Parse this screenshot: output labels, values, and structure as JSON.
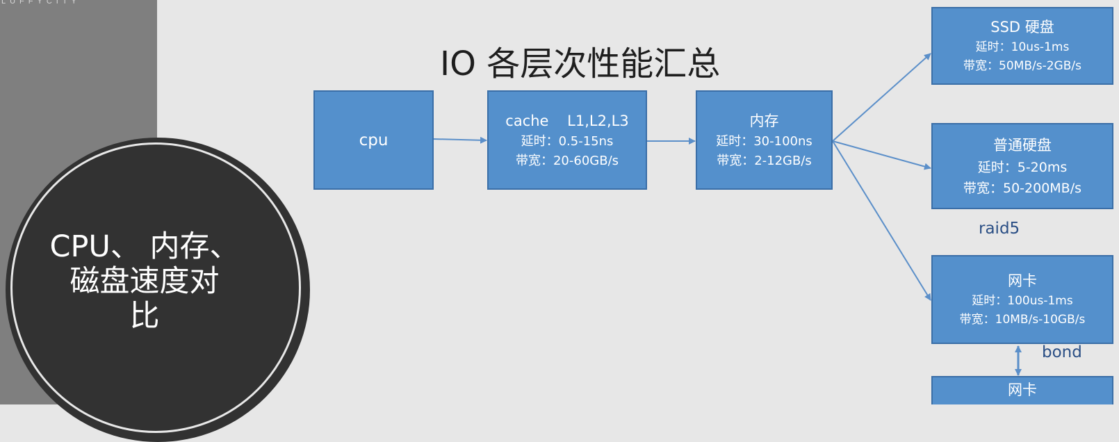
{
  "watermark": "LUFFYCITY",
  "overlay_text": [
    "CPU、 内存、",
    "磁盘速度对",
    "比"
  ],
  "title": "IO 各层次性能汇总",
  "nodes": {
    "cpu": {
      "name": "cpu"
    },
    "cache": {
      "name": "cache    L1,L2,L3",
      "latency": "延时：0.5-15ns",
      "bandwidth": "带宽：20-60GB/s"
    },
    "memory": {
      "name": "内存",
      "latency": "延时：30-100ns",
      "bandwidth": "带宽：2-12GB/s"
    },
    "ssd": {
      "name": "SSD 硬盘",
      "latency": "延时：10us-1ms",
      "bandwidth": "带宽：50MB/s-2GB/s"
    },
    "hdd": {
      "name": "普通硬盘",
      "latency": "延时：5-20ms",
      "bandwidth": "带宽：50-200MB/s"
    },
    "nic1": {
      "name": "网卡",
      "latency": "延时：100us-1ms",
      "bandwidth": "带宽：10MB/s-10GB/s"
    },
    "nic2": {
      "name": "网卡"
    }
  },
  "labels": {
    "raid": "raid5",
    "bond": "bond"
  },
  "colors": {
    "box_fill": "#5490cc",
    "box_border": "#3a6ea7",
    "arrow": "#5b8fc9",
    "label_text": "#2b4f85"
  }
}
